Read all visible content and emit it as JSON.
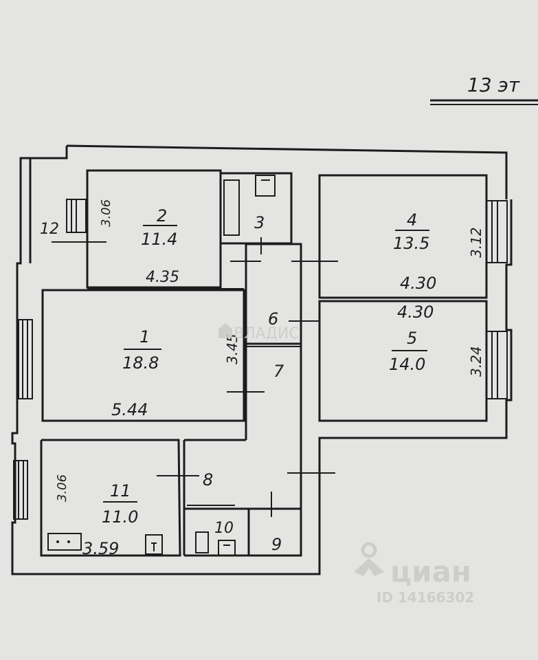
{
  "floor_label": "13 эт",
  "rooms": [
    {
      "number": "1",
      "area": "18.8",
      "width": "5.44",
      "height": "3.45"
    },
    {
      "number": "2",
      "area": "11.4",
      "width": "4.35",
      "height": "3.06"
    },
    {
      "number": "3"
    },
    {
      "number": "4",
      "area": "13.5",
      "width": "4.30",
      "height": "3.12"
    },
    {
      "number": "5",
      "area": "14.0",
      "width": "4.30",
      "height": "3.24"
    },
    {
      "number": "6"
    },
    {
      "number": "7"
    },
    {
      "number": "8"
    },
    {
      "number": "9"
    },
    {
      "number": "10"
    },
    {
      "number": "11",
      "area": "11.0",
      "width": "3.59",
      "height": "3.06"
    },
    {
      "number": "12"
    }
  ],
  "watermarks": {
    "vladis": "ВЛАДИС",
    "cian": "циан",
    "listing_id": "ID 14166302"
  }
}
